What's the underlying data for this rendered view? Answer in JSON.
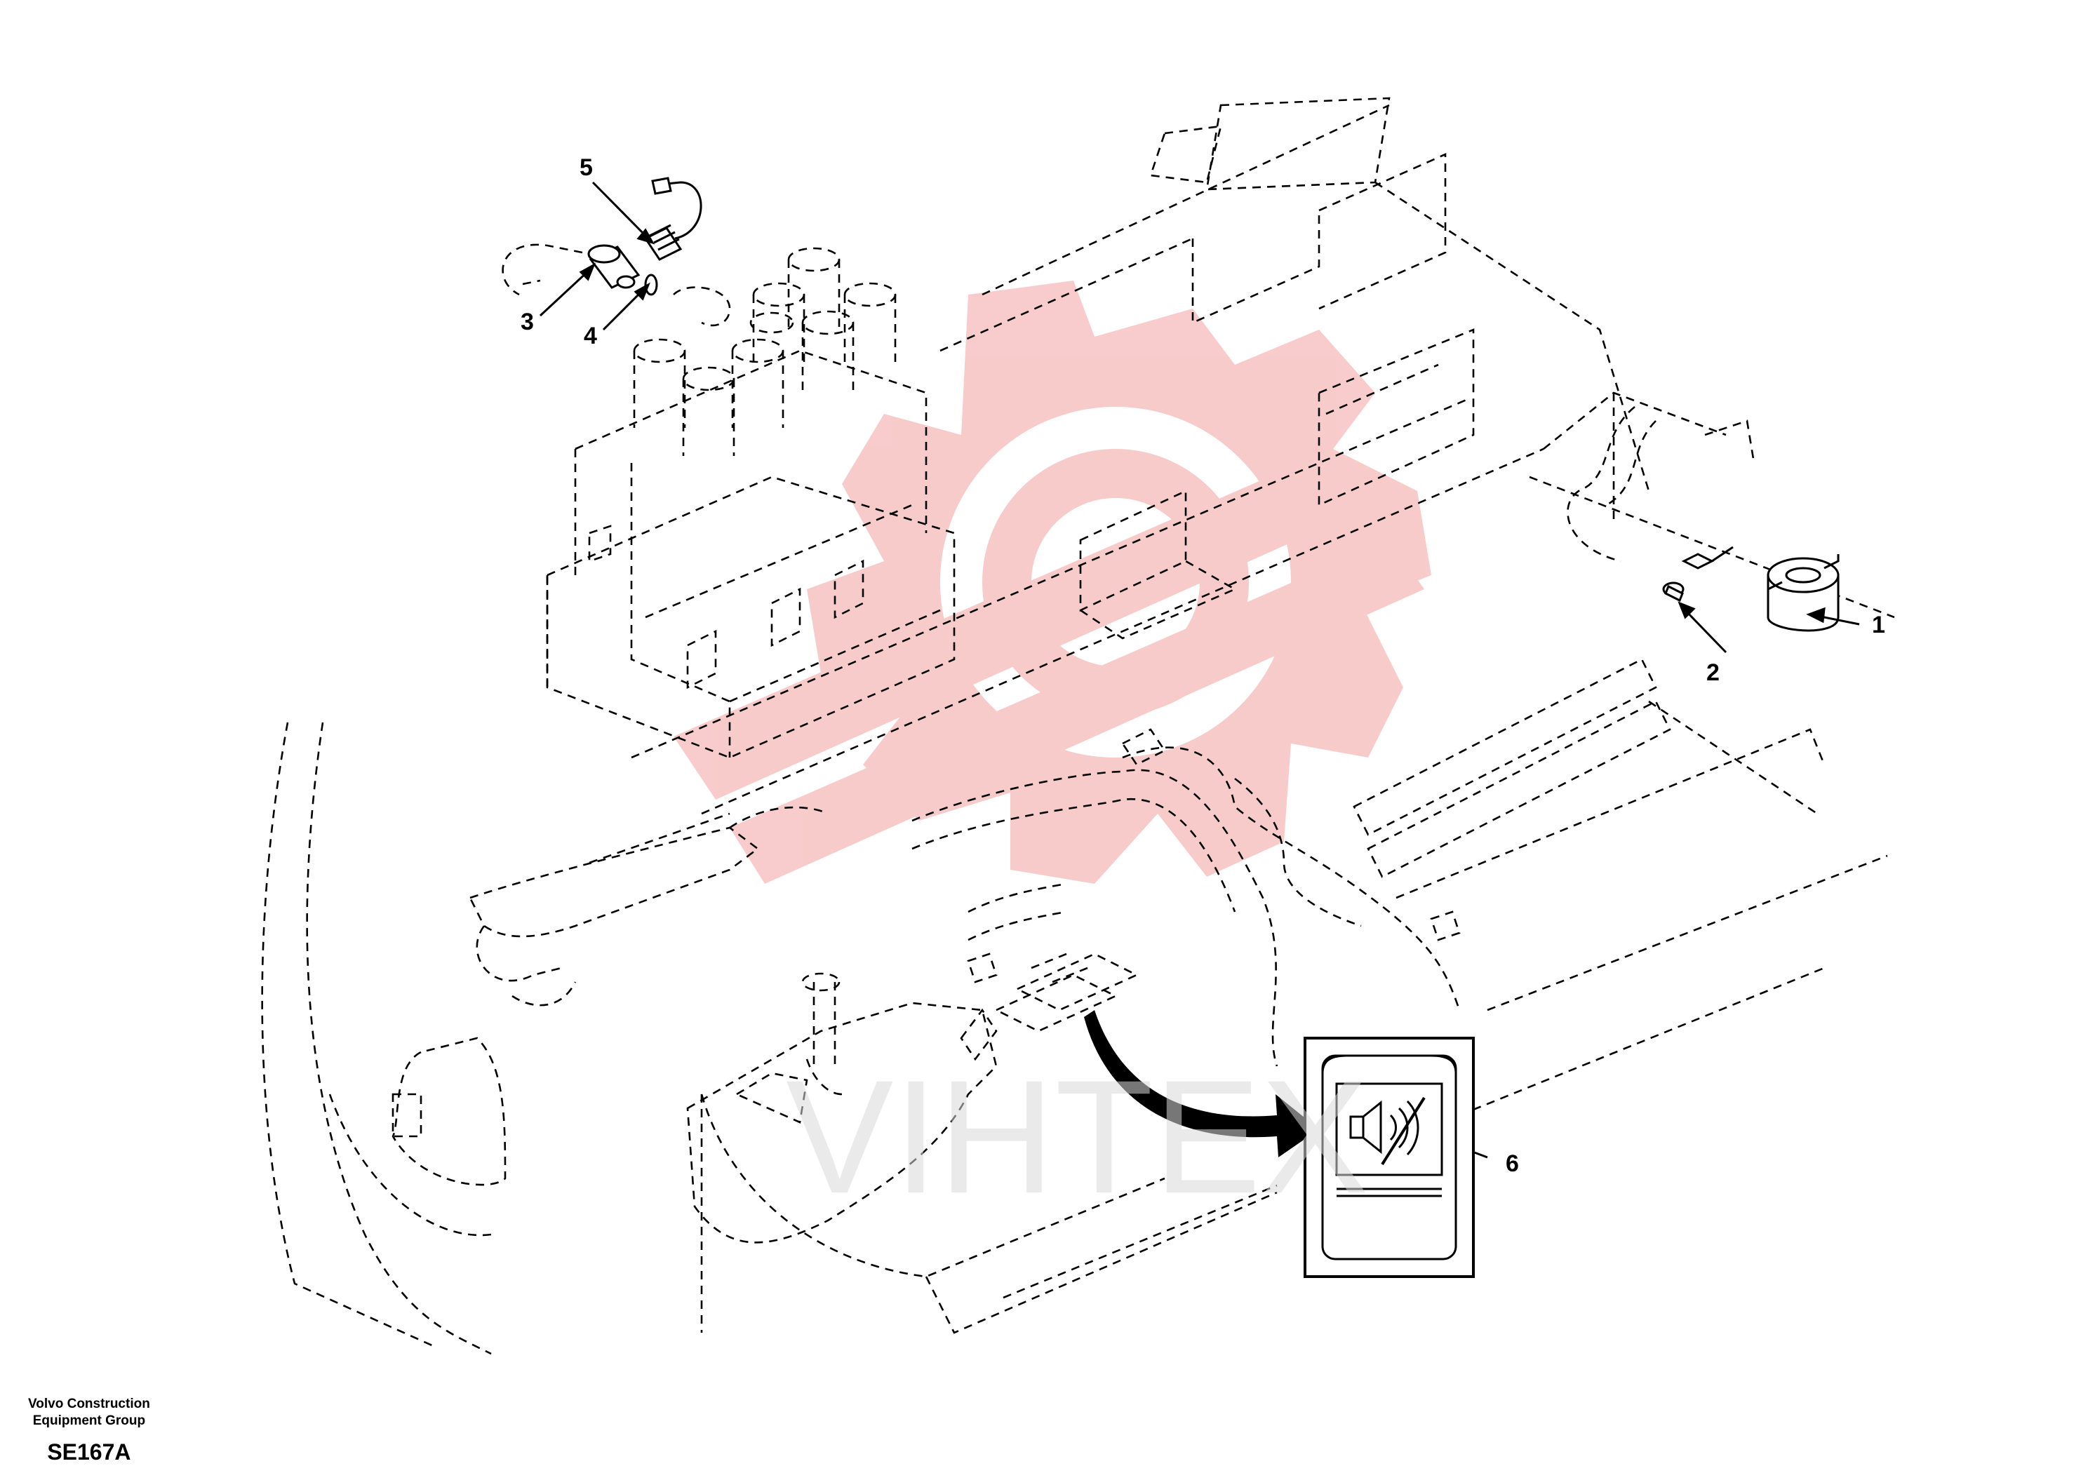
{
  "callouts": [
    {
      "id": "1",
      "label": "1"
    },
    {
      "id": "2",
      "label": "2"
    },
    {
      "id": "3",
      "label": "3"
    },
    {
      "id": "4",
      "label": "4"
    },
    {
      "id": "5",
      "label": "5"
    },
    {
      "id": "6",
      "label": "6"
    }
  ],
  "footer": {
    "company": "Volvo Construction\nEquipment Group",
    "code": "SE167A"
  },
  "watermark": {
    "text": "VIHTEX",
    "gear_color": "#f7c3c3",
    "text_color": "#d9d9d9"
  }
}
